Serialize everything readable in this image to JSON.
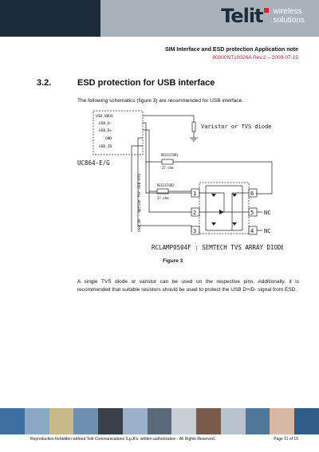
{
  "header": {
    "logo_word": "Telit",
    "logo_sub1": "wireless",
    "logo_sub2": "solutions",
    "doc_title": "SIM Interface and ESD protection Application note",
    "doc_rev": "80000NT10026A Rev.2 – 2009-07-15"
  },
  "section": {
    "number": "3.2.",
    "title": "ESD protection for USB interface"
  },
  "intro": "The following schematics (figure 3) are recommended for USB interface.",
  "schematic": {
    "pins": [
      "USB_VBUS",
      "USB_D-",
      "USB_D+",
      "GND",
      "USB_ID"
    ],
    "module": "UC864-E/G",
    "side_note": "USB_ID - Option for USB OTG",
    "side_pin": "USB_ID",
    "varistor": "Varistor or TVS diode",
    "resistor1": "RESISTOR1",
    "resistor1_value": "27 ohm",
    "resistor2": "RESISTOR2",
    "resistor2_value": "27 ohm",
    "chip_pins": {
      "p1": "1",
      "p2": "2",
      "p3": "3",
      "p4": "4",
      "p5": "5",
      "p6": "6"
    },
    "nc": "NC",
    "chip_label": "RCLAMP0504F : SEMTECH TVS ARRAY DIODE"
  },
  "figure_caption": "Figure 3",
  "paragraph": "A single TVS diode or varistor can be used on the respective pins. Additionally, it is recommended that suitable resistors should be used to protect the USB D+/D- signal from ESD.",
  "footer": {
    "text": "Reproduction forbidden without Telit Communications S.p.A's. written authorization - All Rights Reserved.",
    "page": "Page 11 of 15"
  },
  "colors": {
    "band_dark": "#1c2b39",
    "band_light": "#a9b2ba",
    "accent_red": "#c0282d"
  }
}
